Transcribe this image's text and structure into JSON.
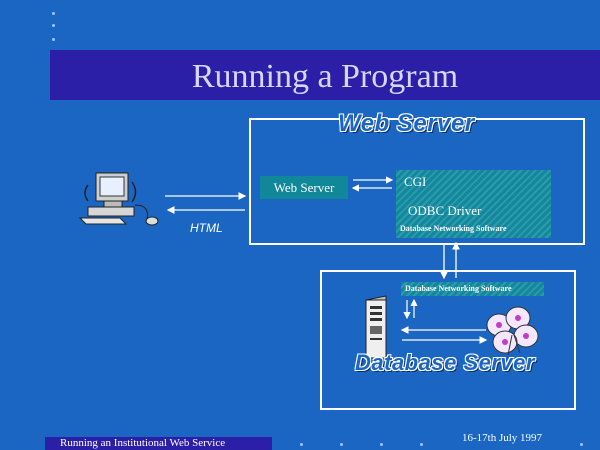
{
  "slide": {
    "title": "Running a Program",
    "footer_left": "Running an Institutional Web Service",
    "footer_right": "16-17th July 1997"
  },
  "diagram": {
    "web_server_heading": "Web Server",
    "web_server_label": "Web Server",
    "cgi_label": "CGI",
    "odbc_label": "ODBC Driver",
    "db_networking_top": "Database Networking Software",
    "db_networking_bottom": "Database Networking Software",
    "db_server_heading": "Database Server",
    "html_label": "HTML"
  },
  "icons": {
    "client": "computer-user-icon",
    "server": "server-tower-icon",
    "database": "database-disks-icon"
  },
  "colors": {
    "background": "#1a66c2",
    "title_bar": "#2b1fa8",
    "teal_box": "#11889a"
  }
}
